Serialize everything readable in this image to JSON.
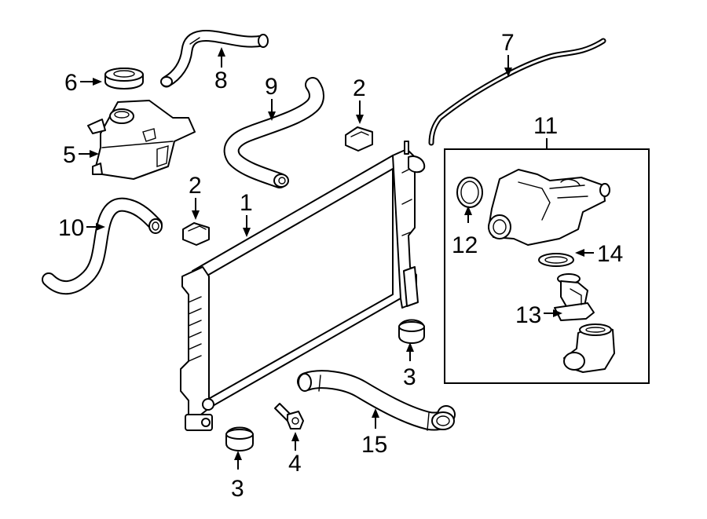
{
  "callouts": {
    "radiator": "1",
    "mount_bracket_upper_a": "2",
    "mount_bracket_upper_b": "2",
    "lower_insulator_a": "3",
    "lower_insulator_b": "3",
    "bolt": "4",
    "reservoir": "5",
    "reservoir_cap": "6",
    "vent_tube": "7",
    "overflow_hose": "8",
    "upper_hose": "9",
    "lower_hose_left": "10",
    "thermostat_housing_box": "11",
    "o_ring": "12",
    "thermostat": "13",
    "gasket": "14",
    "lower_hose": "15"
  }
}
